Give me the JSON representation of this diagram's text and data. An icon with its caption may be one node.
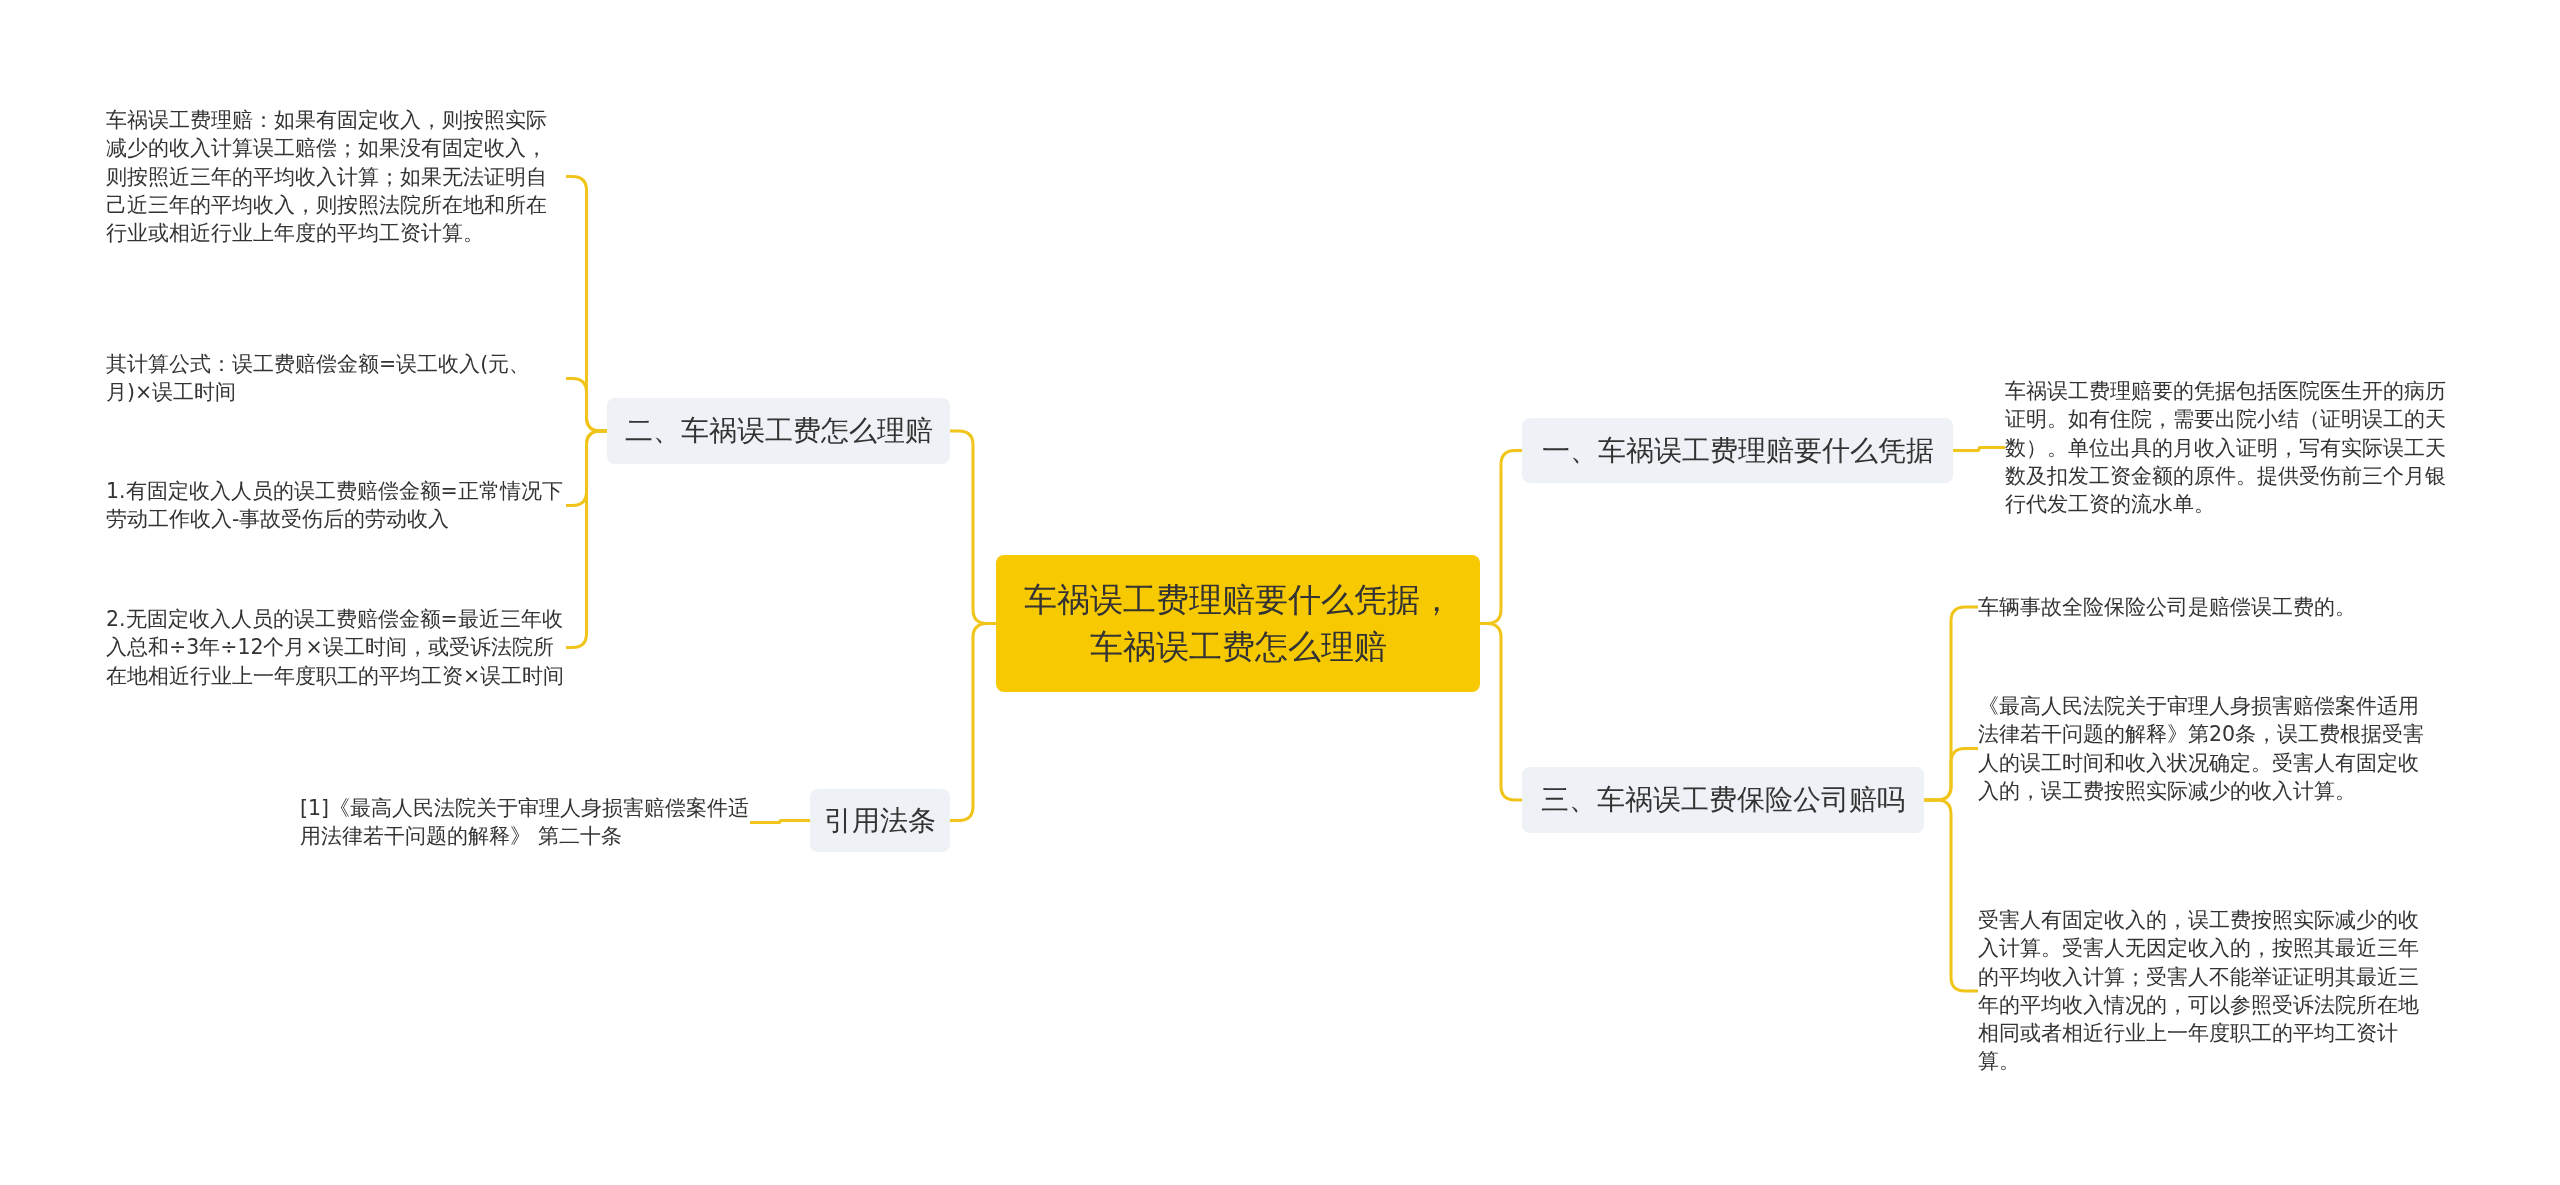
{
  "diagram": {
    "nodes": [
      {
        "text": [
          "车祸误工费理赔要什么凭据，车祸误工费怎么理赔"
        ]
      },
      {
        "text": [
          "二、车祸误工费怎么理赔"
        ]
      },
      {
        "text": [
          "车祸误工费理赔：如果有固定收入，则按照实际减少的收入计算误工赔偿；如果没有固定收入，则按照近三年的平均收入计算；如果无法证明自己近三年的平均收入，则按照法院所在地和所在行业或相近行业上年度的平均工资计算。"
        ]
      },
      {
        "text": [
          "其计算公式：误工费赔偿金额=误工收入(元、月)×误工时间"
        ]
      },
      {
        "text": [
          "1.有固定收入人员的误工费赔偿金额=正常情况下劳动工作收入-事故受伤后的劳动收入"
        ]
      },
      {
        "text": [
          "2.无固定收入人员的误工费赔偿金额=最近三年收入总和÷3年÷12个月×误工时间，或受诉法院所在地相近行业上一年度职工的平均工资×误工时间"
        ]
      },
      {
        "text": [
          "引用法条"
        ]
      },
      {
        "text": [
          "[1]《最高人民法院关于审理人身损害赔偿案件适用法律若干问题的解释》 第二十条"
        ]
      },
      {
        "text": [
          "一、车祸误工费理赔要什么凭据"
        ]
      },
      {
        "text": [
          "车祸误工费理赔要的凭据包括医院医生开的病历证明。如有住院，需要出院小结（证明误工的天数）。单位出具的月收入证明，写有实际误工天数及扣发工资金额的原件。提供受伤前三个月银行代发工资的流水单。"
        ]
      },
      {
        "text": [
          "三、车祸误工费保险公司赔吗"
        ]
      },
      {
        "text": [
          "车辆事故全险保险公司是赔偿误工费的。"
        ]
      },
      {
        "text": [
          "《最高人民法院关于审理人身损害赔偿案件适用法律若干问题的解释》第20条，误工费根据受害人的误工时间和收入状况确定。受害人有固定收入的，误工费按照实际减少的收入计算。"
        ]
      },
      {
        "text": [
          "受害人有固定收入的，误工费按照实际减少的收入计算。受害人无因定收入的，按照其最近三年的平均收入计算；受害人不能举证证明其最近三年的平均收入情况的，可以参照受诉法院所在地相同或者相近行业上一年度职工的平均工资计算。"
        ]
      }
    ],
    "edges": [
      {
        "from": 0,
        "to": 1,
        "arrow": "none"
      },
      {
        "from": 0,
        "to": 6,
        "arrow": "none"
      },
      {
        "from": 0,
        "to": 8,
        "arrow": "none"
      },
      {
        "from": 0,
        "to": 10,
        "arrow": "none"
      },
      {
        "from": 1,
        "to": 2,
        "arrow": "none"
      },
      {
        "from": 1,
        "to": 3,
        "arrow": "none"
      },
      {
        "from": 1,
        "to": 4,
        "arrow": "none"
      },
      {
        "from": 1,
        "to": 5,
        "arrow": "none"
      },
      {
        "from": 6,
        "to": 7,
        "arrow": "none"
      },
      {
        "from": 8,
        "to": 9,
        "arrow": "none"
      },
      {
        "from": 10,
        "to": 11,
        "arrow": "none"
      },
      {
        "from": 10,
        "to": 12,
        "arrow": "none"
      },
      {
        "from": 10,
        "to": 13,
        "arrow": "none"
      }
    ]
  }
}
